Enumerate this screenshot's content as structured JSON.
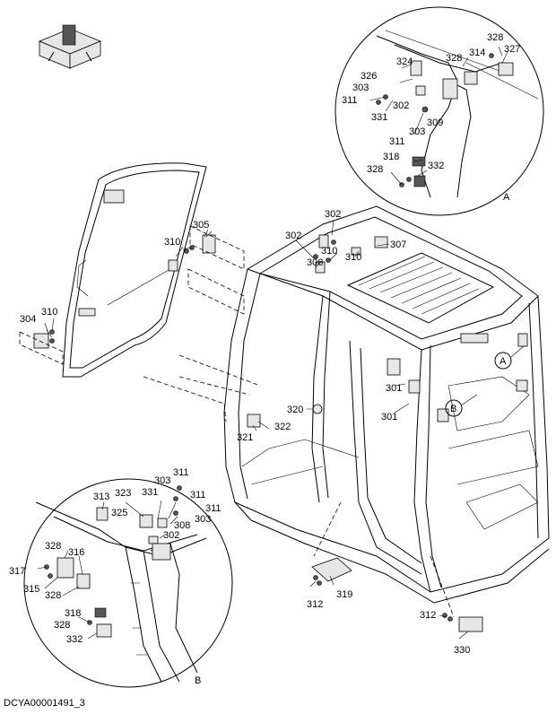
{
  "drawing_code": "DCYA00001491_3",
  "compass": {
    "icon": "machine-orientation-icon"
  },
  "detail_a": {
    "marker": "A",
    "callouts": [
      "328",
      "327",
      "324",
      "328",
      "314",
      "326",
      "303",
      "311",
      "302",
      "309",
      "331",
      "303",
      "311",
      "318",
      "332",
      "328"
    ]
  },
  "detail_b": {
    "marker": "B",
    "callouts": [
      "303",
      "311",
      "313",
      "323",
      "331",
      "311",
      "325",
      "311",
      "308",
      "303",
      "302",
      "328",
      "316",
      "317",
      "315",
      "328",
      "318",
      "328",
      "332"
    ]
  },
  "main": {
    "callouts": [
      "305",
      "310",
      "302",
      "302",
      "307",
      "306",
      "310",
      "310",
      "304",
      "310",
      "301",
      "301",
      "320",
      "321",
      "322",
      "312",
      "319",
      "312",
      "330"
    ],
    "view_markers": [
      "A",
      "B"
    ]
  }
}
